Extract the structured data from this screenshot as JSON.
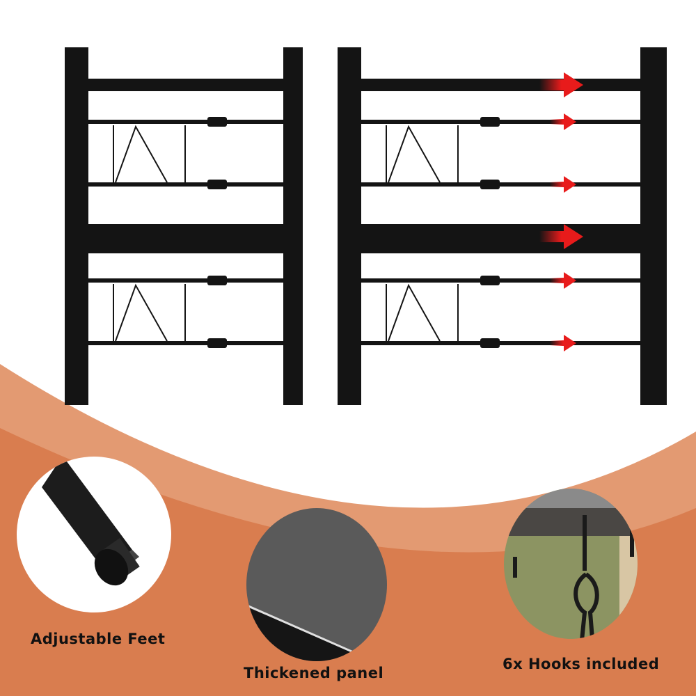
{
  "colors": {
    "background": "#d97d4f",
    "band": "#e39a72",
    "top_area": "#ffffff",
    "frame": "#141414",
    "arrow": "#e81b1b"
  },
  "features": [
    {
      "label": "Adjustable Feet",
      "icon": "adjustable-foot-closeup"
    },
    {
      "label": "Thickened panel",
      "icon": "panel-closeup"
    },
    {
      "label": "6x Hooks included",
      "icon": "hooks-closeup"
    }
  ]
}
